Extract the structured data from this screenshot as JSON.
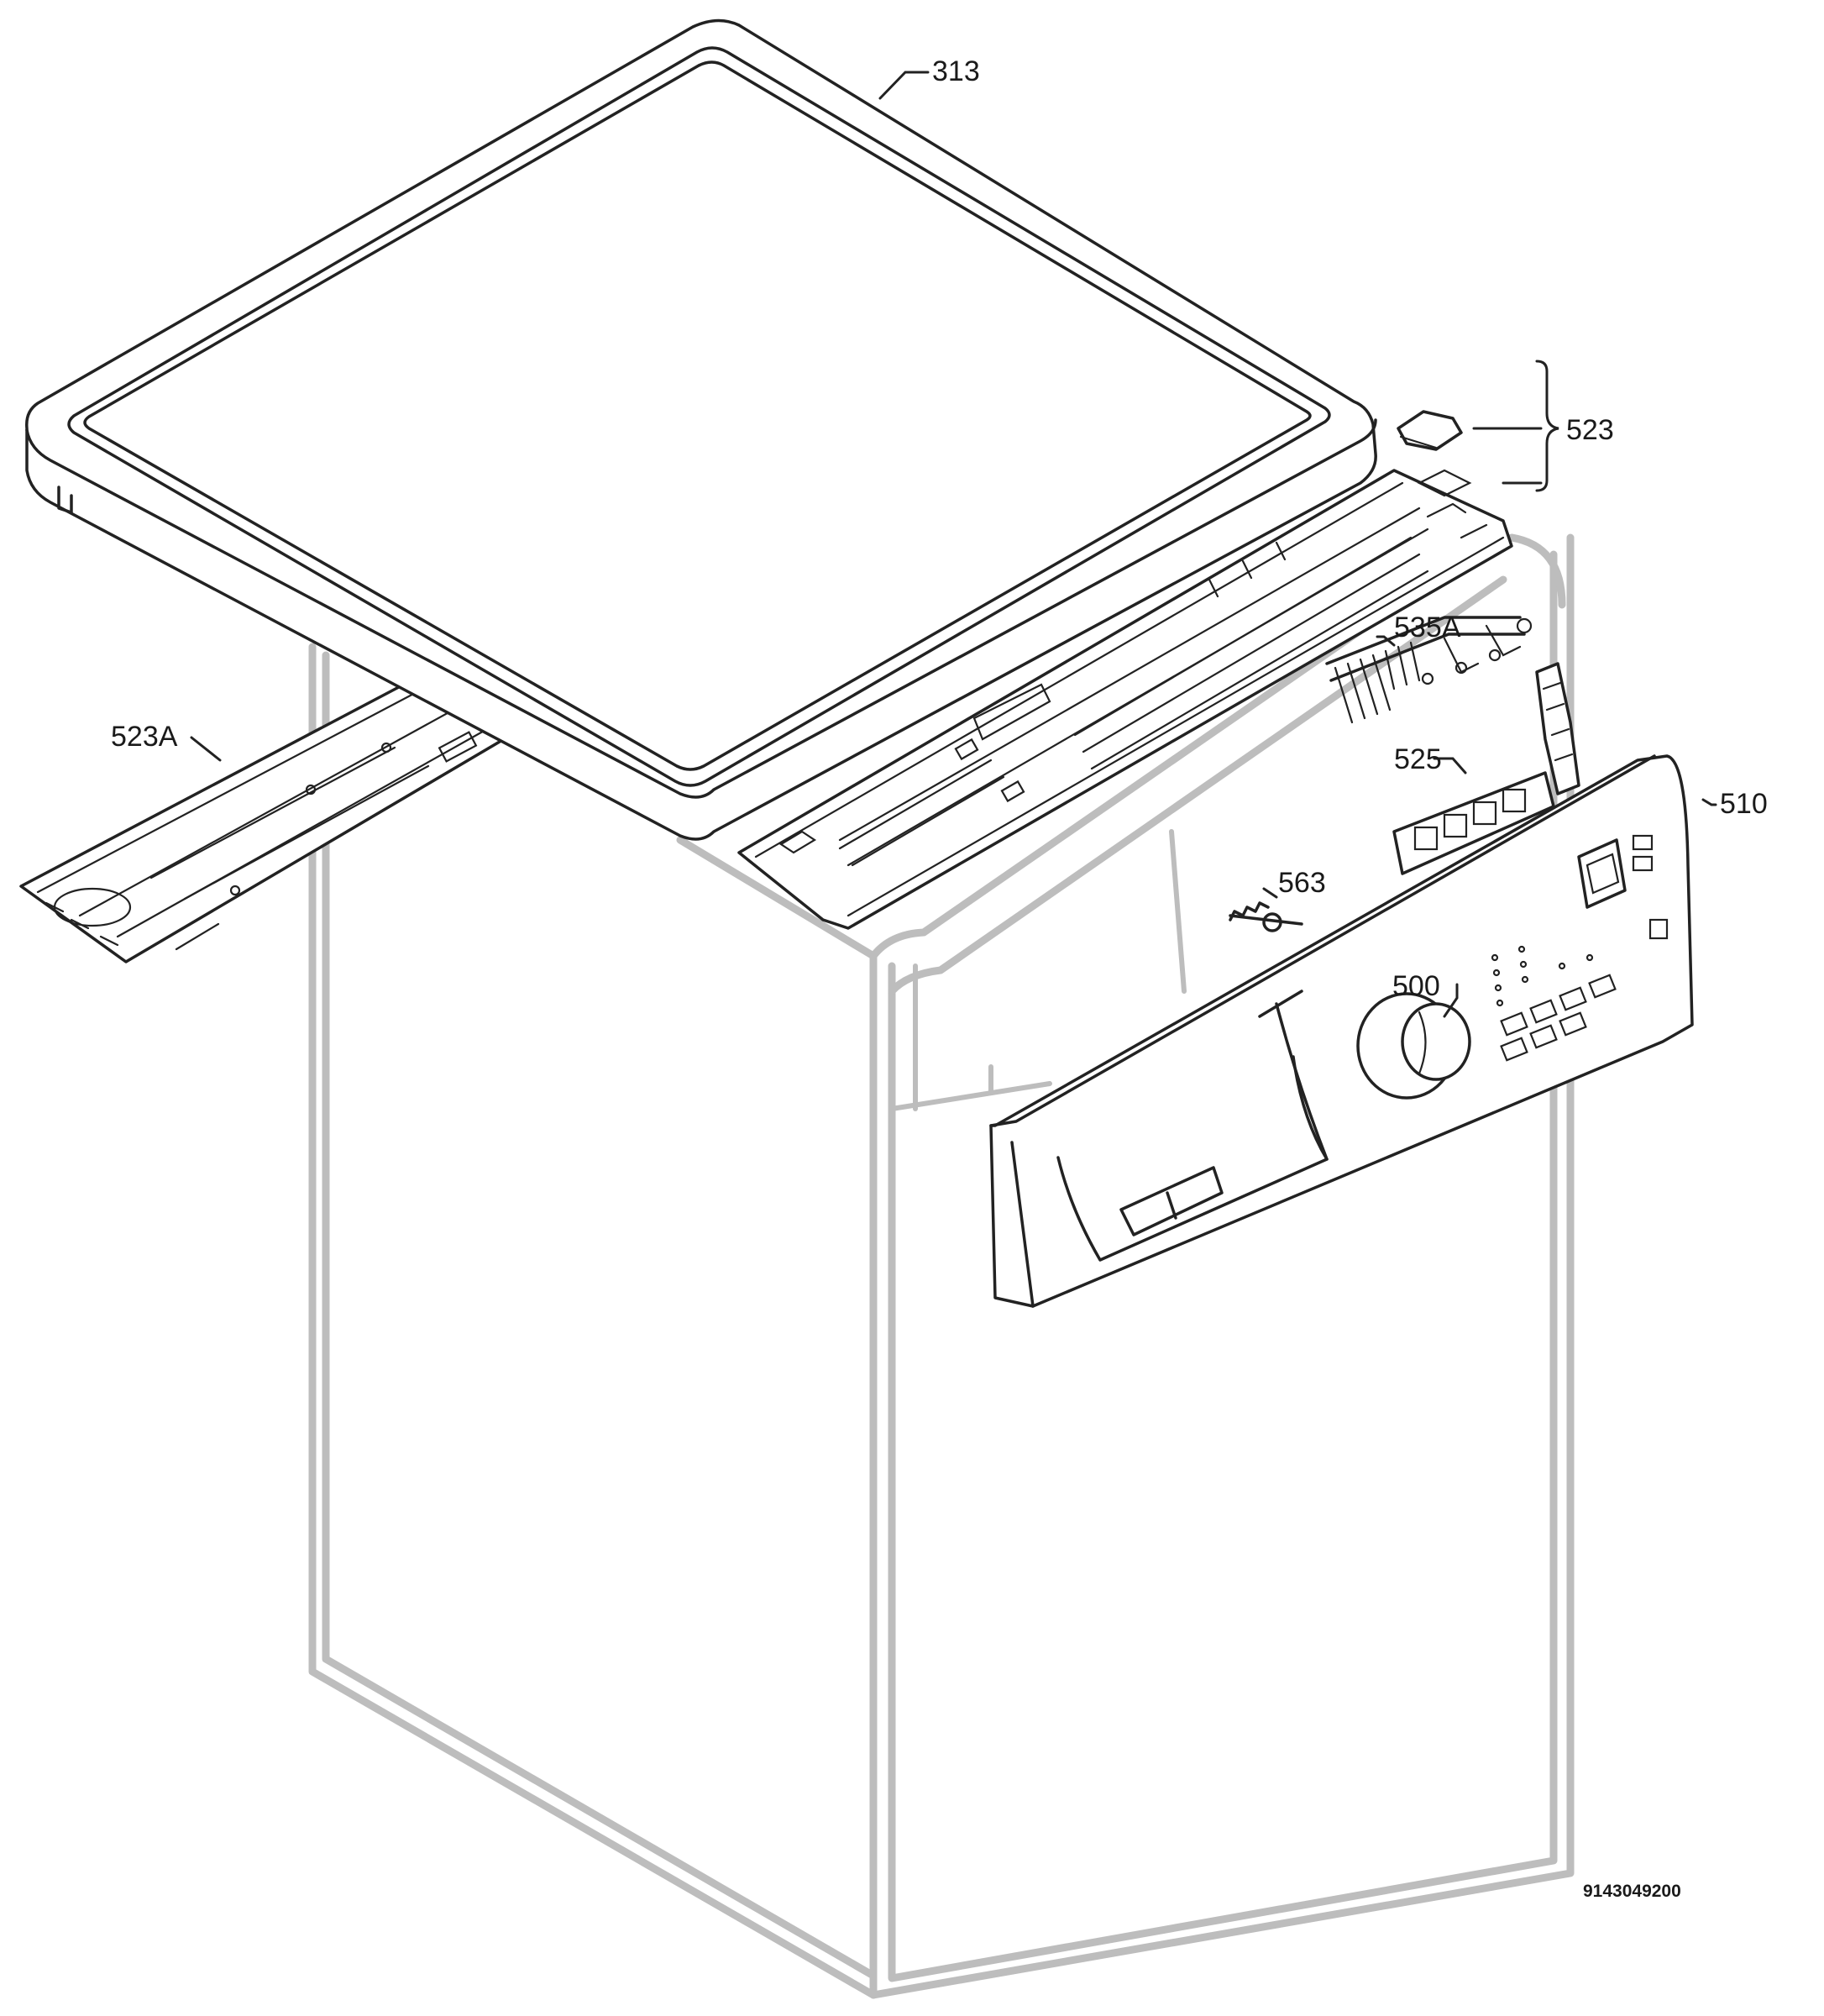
{
  "diagram": {
    "callouts": [
      {
        "id": "313",
        "text": "313"
      },
      {
        "id": "523",
        "text": "523"
      },
      {
        "id": "535A",
        "text": "535A"
      },
      {
        "id": "523A",
        "text": "523A"
      },
      {
        "id": "525",
        "text": "525"
      },
      {
        "id": "510",
        "text": "510"
      },
      {
        "id": "563",
        "text": "563"
      },
      {
        "id": "500",
        "text": "500"
      }
    ],
    "document_number": "9143049200"
  }
}
